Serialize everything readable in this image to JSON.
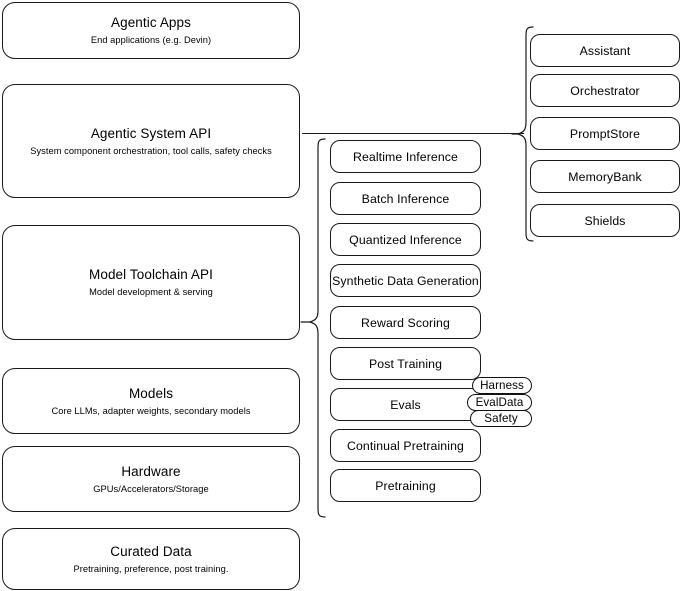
{
  "diagram": {
    "title": "AI stack layers diagram",
    "line_color": "#1a1a1a",
    "background": "#ffffff"
  },
  "layers": [
    {
      "name": "agentic-apps",
      "title": "Agentic Apps",
      "subtitle": "End applications (e.g. Devin)"
    },
    {
      "name": "agentic-system-api",
      "title": "Agentic System API",
      "subtitle": "System component orchestration, tool calls, safety checks"
    },
    {
      "name": "model-toolchain-api",
      "title": "Model Toolchain API",
      "subtitle": "Model development & serving"
    },
    {
      "name": "models",
      "title": "Models",
      "subtitle": "Core LLMs, adapter weights, secondary models"
    },
    {
      "name": "hardware",
      "title": "Hardware",
      "subtitle": "GPUs/Accelerators/Storage"
    },
    {
      "name": "curated-data",
      "title": "Curated Data",
      "subtitle": "Pretraining, preference, post training."
    }
  ],
  "toolchain_capabilities": [
    {
      "name": "realtime-inference",
      "label": "Realtime Inference"
    },
    {
      "name": "batch-inference",
      "label": "Batch Inference"
    },
    {
      "name": "quantized-inference",
      "label": "Quantized Inference"
    },
    {
      "name": "synthetic-data-generation",
      "label": "Synthetic Data Generation"
    },
    {
      "name": "reward-scoring",
      "label": "Reward Scoring"
    },
    {
      "name": "post-training",
      "label": "Post Training"
    },
    {
      "name": "evals",
      "label": "Evals"
    },
    {
      "name": "continual-pretraining",
      "label": "Continual Pretraining"
    },
    {
      "name": "pretraining",
      "label": "Pretraining"
    }
  ],
  "evals_badges": [
    {
      "name": "harness",
      "label": "Harness"
    },
    {
      "name": "evaldata",
      "label": "EvalData"
    },
    {
      "name": "safety",
      "label": "Safety"
    }
  ],
  "system_components": [
    {
      "name": "assistant",
      "label": "Assistant"
    },
    {
      "name": "orchestrator",
      "label": "Orchestrator"
    },
    {
      "name": "promptstore",
      "label": "PromptStore"
    },
    {
      "name": "memorybank",
      "label": "MemoryBank"
    },
    {
      "name": "shields",
      "label": "Shields"
    }
  ]
}
